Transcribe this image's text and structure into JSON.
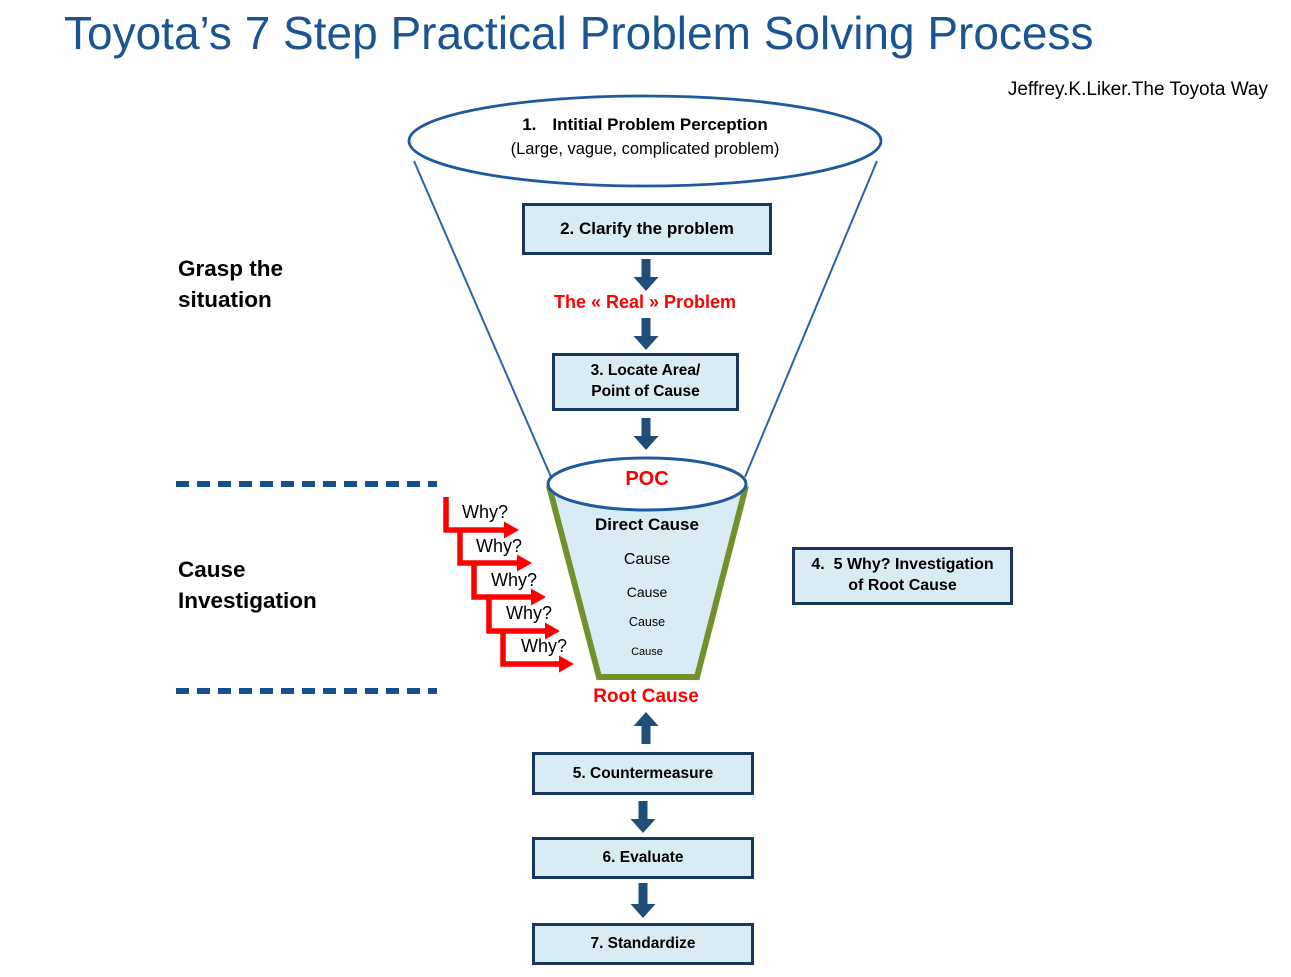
{
  "title": "Toyota’s 7 Step Practical Problem Solving Process",
  "attribution": "Jeffrey.K.Liker.The Toyota Way",
  "sections": {
    "grasp": "Grasp the\nsituation",
    "cause_investigation": "Cause\nInvestigation"
  },
  "steps": {
    "step1_num": "1.",
    "step1_title": "Intitial Problem Perception",
    "step1_subtitle": "(Large, vague, complicated problem)",
    "step2": "2. Clarify the problem",
    "step3": "3. Locate Area/\nPoint of Cause",
    "step4": "4.  5 Why? Investigation\nof Root Cause",
    "step5": "5. Countermeasure",
    "step6": "6. Evaluate",
    "step7": "7. Standardize"
  },
  "labels": {
    "real_problem": "The « Real » Problem",
    "poc": "POC",
    "direct_cause": "Direct Cause",
    "causes": [
      "Cause",
      "Cause",
      "Cause",
      "Cause"
    ],
    "whys": [
      "Why?",
      "Why?",
      "Why?",
      "Why?",
      "Why?"
    ],
    "root_cause": "Root Cause"
  },
  "colors": {
    "title_blue": "#1A5493",
    "box_fill": "#D9ECF6",
    "box_border": "#17375E",
    "arrow_blue": "#1F4E79",
    "funnel_outline": "#1E5A9C",
    "olive_green": "#71922B",
    "accent_red": "#FE0000",
    "text_black": "#000000"
  }
}
